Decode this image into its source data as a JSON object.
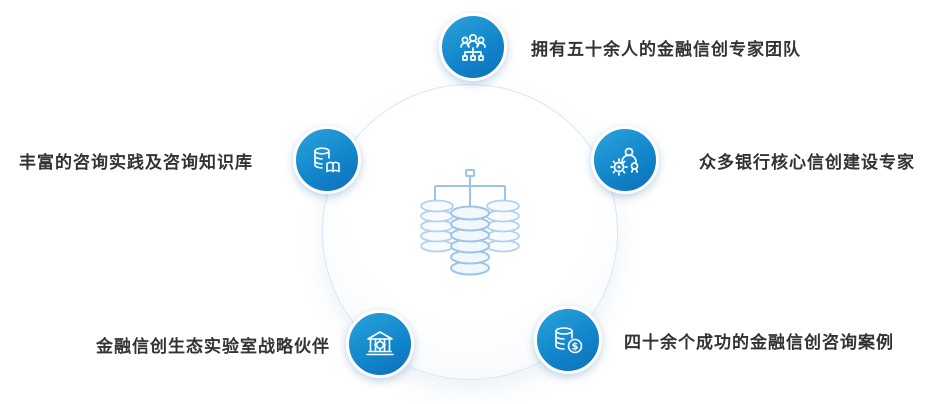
{
  "diagram": {
    "type": "radial-feature-infographic",
    "colors": {
      "accent": "#1287cc",
      "icon_gradient_start": "#2ba3da",
      "icon_gradient_end": "#0d6eb8",
      "label_color": "#333333",
      "big_circle_border": "#d9e7f2",
      "center_graphic_blue": "#9cc3e8"
    },
    "center": {
      "icon": "database-cluster-icon"
    },
    "items": [
      {
        "id": "team",
        "position": "top",
        "icon": "team-orgchart-icon",
        "label": "拥有五十余人的金融信创专家团队"
      },
      {
        "id": "experts",
        "position": "right-upper",
        "icon": "engineer-award-gear-icon",
        "label": "众多银行核心信创建设专家"
      },
      {
        "id": "cases",
        "position": "right-lower",
        "icon": "coins-dollar-icon",
        "label": "四十余个成功的金融信创咨询案例"
      },
      {
        "id": "partner",
        "position": "left-lower",
        "icon": "laboratory-building-icon",
        "label": "金融信创生态实验室战略伙伴"
      },
      {
        "id": "knowledge",
        "position": "left-upper",
        "icon": "database-book-icon",
        "label": "丰富的咨询实践及咨询知识库"
      }
    ]
  }
}
